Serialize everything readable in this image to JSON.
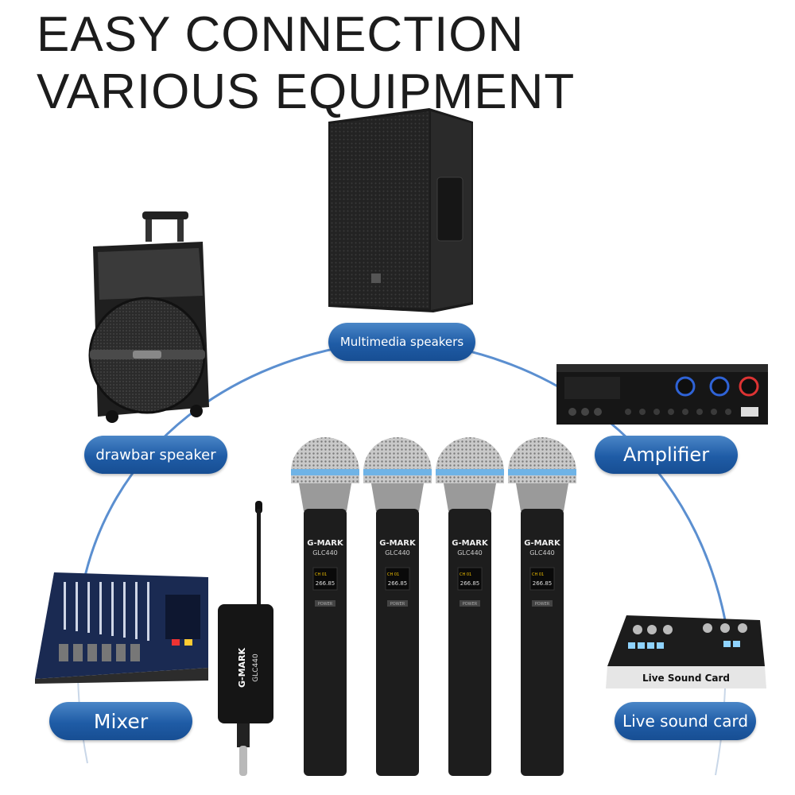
{
  "headline": {
    "line1": "EASY CONNECTION",
    "line2": "VARIOUS EQUIPMENT"
  },
  "labels": {
    "multimedia": "Multimedia speakers",
    "drawbar": "drawbar speaker",
    "amplifier": "Amplifier",
    "mixer": "Mixer",
    "sound_card": "Live sound card"
  },
  "product": {
    "brand": "G-MARK",
    "model": "GLC440",
    "frequency": "266.85",
    "channel": "CH 01",
    "power_label": "POWER",
    "soundcard_panel": "Live Sound Card"
  },
  "colors": {
    "pill_blue": "#1f5ca6",
    "arc_blue": "#5b8fd0",
    "title_text": "#1c1c1c"
  }
}
